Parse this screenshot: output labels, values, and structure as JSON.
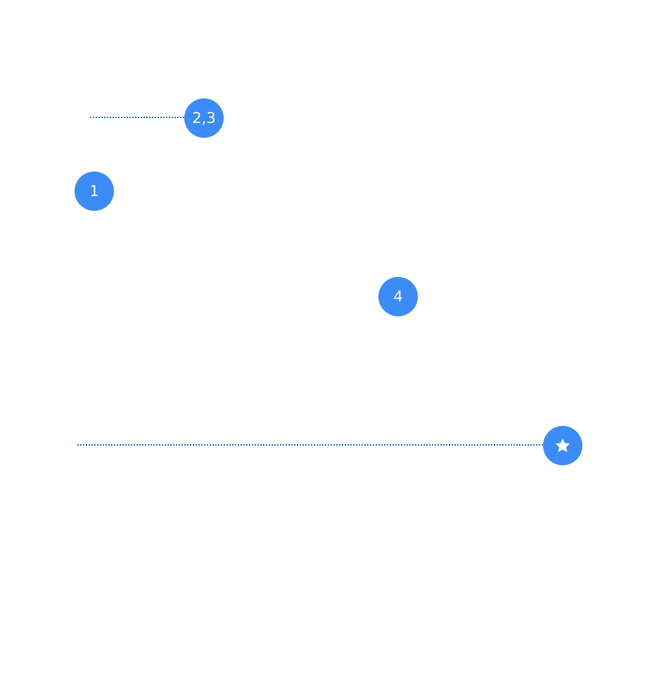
{
  "markers": [
    {
      "id": "marker-1",
      "label": "1"
    },
    {
      "id": "marker-2-3",
      "label": "2,3"
    },
    {
      "id": "marker-4",
      "label": "4"
    },
    {
      "id": "marker-star",
      "icon": "star-icon"
    }
  ],
  "colors": {
    "marker_fill": "#3b8cf6",
    "marker_text": "#ffffff",
    "connector": "#2f6fd6",
    "background": "#ffffff"
  }
}
